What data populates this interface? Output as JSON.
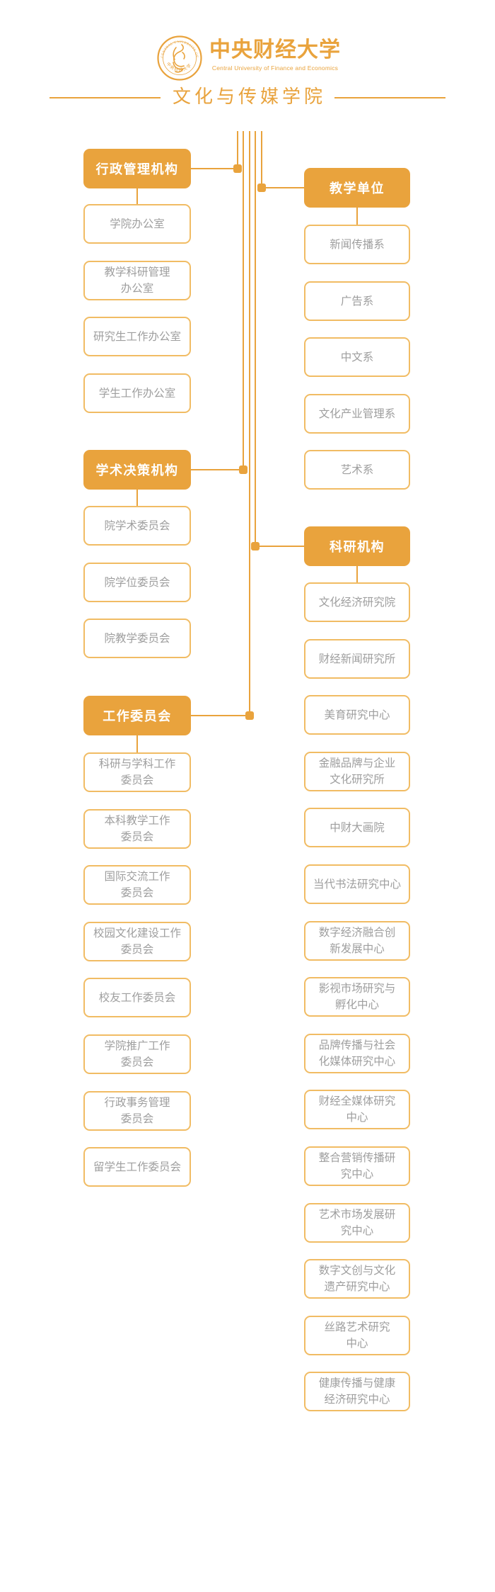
{
  "header": {
    "university_name_cn": "中央财经大学",
    "university_name_en": "Central University of Finance and Economics",
    "college_name": "文化与传媒学院"
  },
  "colors": {
    "accent": "#E9A33D",
    "box_border": "#F1BC64",
    "child_text": "#9E9E9E",
    "branch_text": "#FFFFFF"
  },
  "branches": [
    {
      "id": "admin",
      "side": "left",
      "label": "行政管理机构",
      "children": [
        "学院办公室",
        "教学科研管理\n办公室",
        "研究生工作办公室",
        "学生工作办公室"
      ]
    },
    {
      "id": "teaching",
      "side": "right",
      "label": "教学单位",
      "children": [
        "新闻传播系",
        "广告系",
        "中文系",
        "文化产业管理系",
        "艺术系"
      ]
    },
    {
      "id": "academic",
      "side": "left",
      "label": "学术决策机构",
      "children": [
        "院学术委员会",
        "院学位委员会",
        "院教学委员会"
      ]
    },
    {
      "id": "research",
      "side": "right",
      "label": "科研机构",
      "children": [
        "文化经济研究院",
        "财经新闻研究所",
        "美育研究中心",
        "金融品牌与企业\n文化研究所",
        "中财大画院",
        "当代书法研究中心",
        "数字经济融合创\n新发展中心",
        "影视市场研究与\n孵化中心",
        "品牌传播与社会\n化媒体研究中心",
        "财经全媒体研究\n中心",
        "整合营销传播研\n究中心",
        "艺术市场发展研\n究中心",
        "数字文创与文化\n遗产研究中心",
        "丝路艺术研究\n中心",
        "健康传播与健康\n经济研究中心"
      ]
    },
    {
      "id": "committees",
      "side": "left",
      "label": "工作委员会",
      "children": [
        "科研与学科工作\n委员会",
        "本科教学工作\n委员会",
        "国际交流工作\n委员会",
        "校园文化建设工作\n委员会",
        "校友工作委员会",
        "学院推广工作\n委员会",
        "行政事务管理\n委员会",
        "留学生工作委员会"
      ]
    }
  ]
}
